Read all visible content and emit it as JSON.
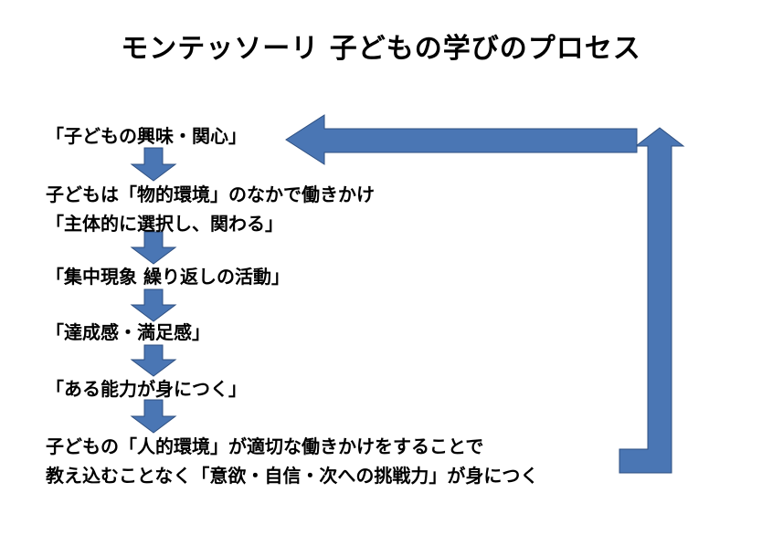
{
  "title": "モンテッソーリ 子どもの学びのプロセス",
  "steps": [
    {
      "lines": [
        "「子どもの興味・関心」"
      ]
    },
    {
      "lines": [
        "子どもは「物的環境」のなかで働きかけ",
        "「主体的に選択し、関わる」"
      ]
    },
    {
      "lines": [
        "「集中現象 繰り返しの活動」"
      ]
    },
    {
      "lines": [
        "「達成感・満足感」"
      ]
    },
    {
      "lines": [
        "「ある能力が身につく」"
      ]
    },
    {
      "lines": [
        "子どもの「人的環境」が適切な働きかけをすることで",
        "教え込むことなく「意欲・自信・次への挑戦力」が身につく"
      ]
    }
  ],
  "colors": {
    "arrow_fill": "#4a76b4",
    "arrow_stroke": "#2e4f80"
  }
}
